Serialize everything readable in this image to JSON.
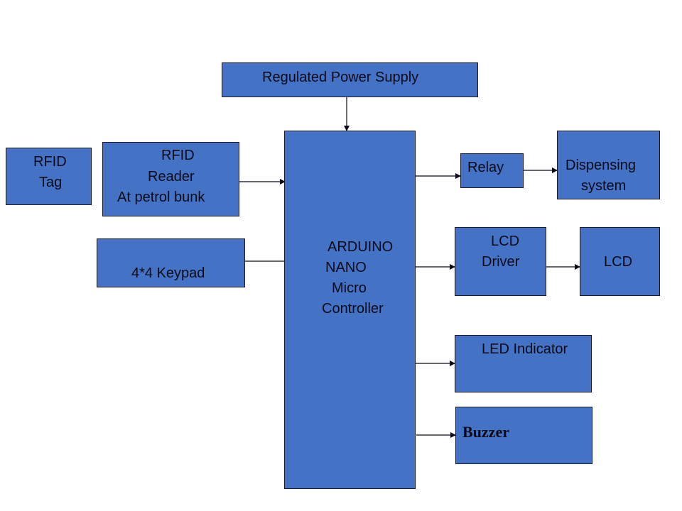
{
  "diagram": {
    "fill_color": "#4472c4",
    "text_color": "#0b0b1a",
    "blocks": {
      "power_supply": {
        "lines": [
          "Regulated Power Supply"
        ]
      },
      "rfid_tag": {
        "lines": [
          "RFID",
          "Tag"
        ]
      },
      "rfid_reader": {
        "lines": [
          "RFID",
          "Reader",
          "At petrol bunk"
        ]
      },
      "keypad": {
        "lines": [
          "4*4  Keypad"
        ]
      },
      "arduino": {
        "lines": [
          "ARDUINO",
          "NANO",
          "Micro",
          "Controller"
        ]
      },
      "relay": {
        "lines": [
          "Relay"
        ]
      },
      "dispensing": {
        "lines": [
          "Dispensing",
          "system"
        ]
      },
      "lcd_driver": {
        "lines": [
          "LCD",
          "Driver"
        ]
      },
      "lcd": {
        "lines": [
          "LCD"
        ]
      },
      "led": {
        "lines": [
          "LED Indicator"
        ]
      },
      "buzzer": {
        "lines": [
          "Buzzer"
        ]
      }
    },
    "connections": [
      {
        "from": "Regulated Power Supply",
        "to": "ARDUINO NANO Micro Controller"
      },
      {
        "from": "RFID Reader",
        "to": "ARDUINO NANO Micro Controller"
      },
      {
        "from": "4*4 Keypad",
        "to": "ARDUINO NANO Micro Controller"
      },
      {
        "from": "ARDUINO NANO Micro Controller",
        "to": "Relay"
      },
      {
        "from": "Relay",
        "to": "Dispensing system"
      },
      {
        "from": "ARDUINO NANO Micro Controller",
        "to": "LCD Driver"
      },
      {
        "from": "LCD Driver",
        "to": "LCD"
      },
      {
        "from": "ARDUINO NANO Micro Controller",
        "to": "LED Indicator"
      },
      {
        "from": "ARDUINO NANO Micro Controller",
        "to": "Buzzer"
      }
    ]
  }
}
